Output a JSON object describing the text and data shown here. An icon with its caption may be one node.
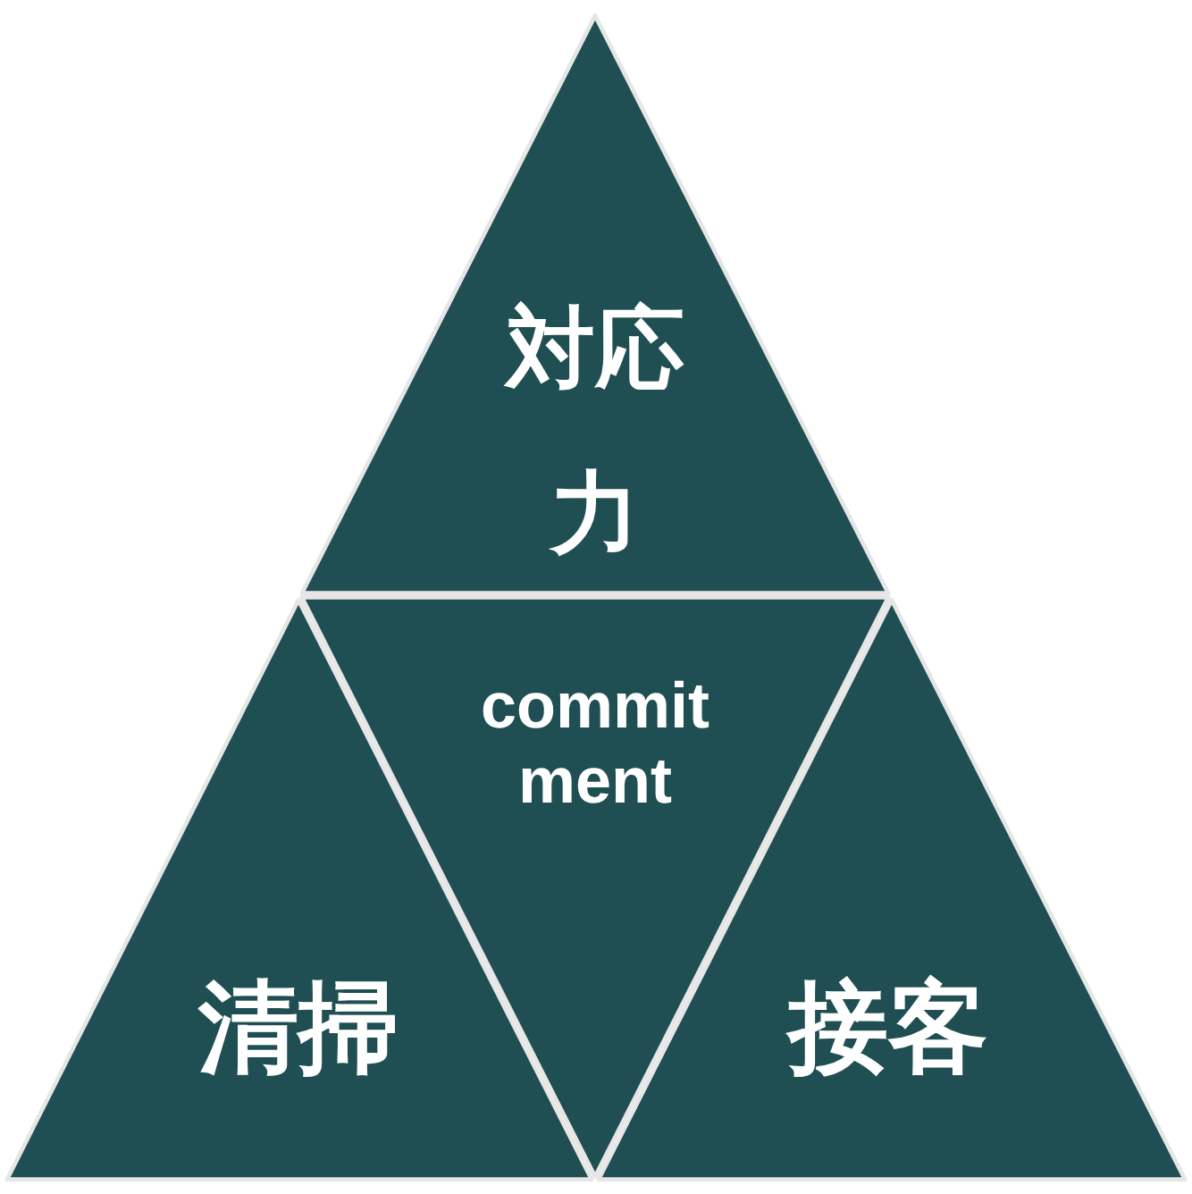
{
  "diagram": {
    "nodes": [
      {
        "text": [
          "対応力"
        ]
      },
      {
        "text": [
          "commitment"
        ]
      },
      {
        "text": [
          "清掃"
        ]
      },
      {
        "text": [
          "接客"
        ]
      }
    ]
  }
}
